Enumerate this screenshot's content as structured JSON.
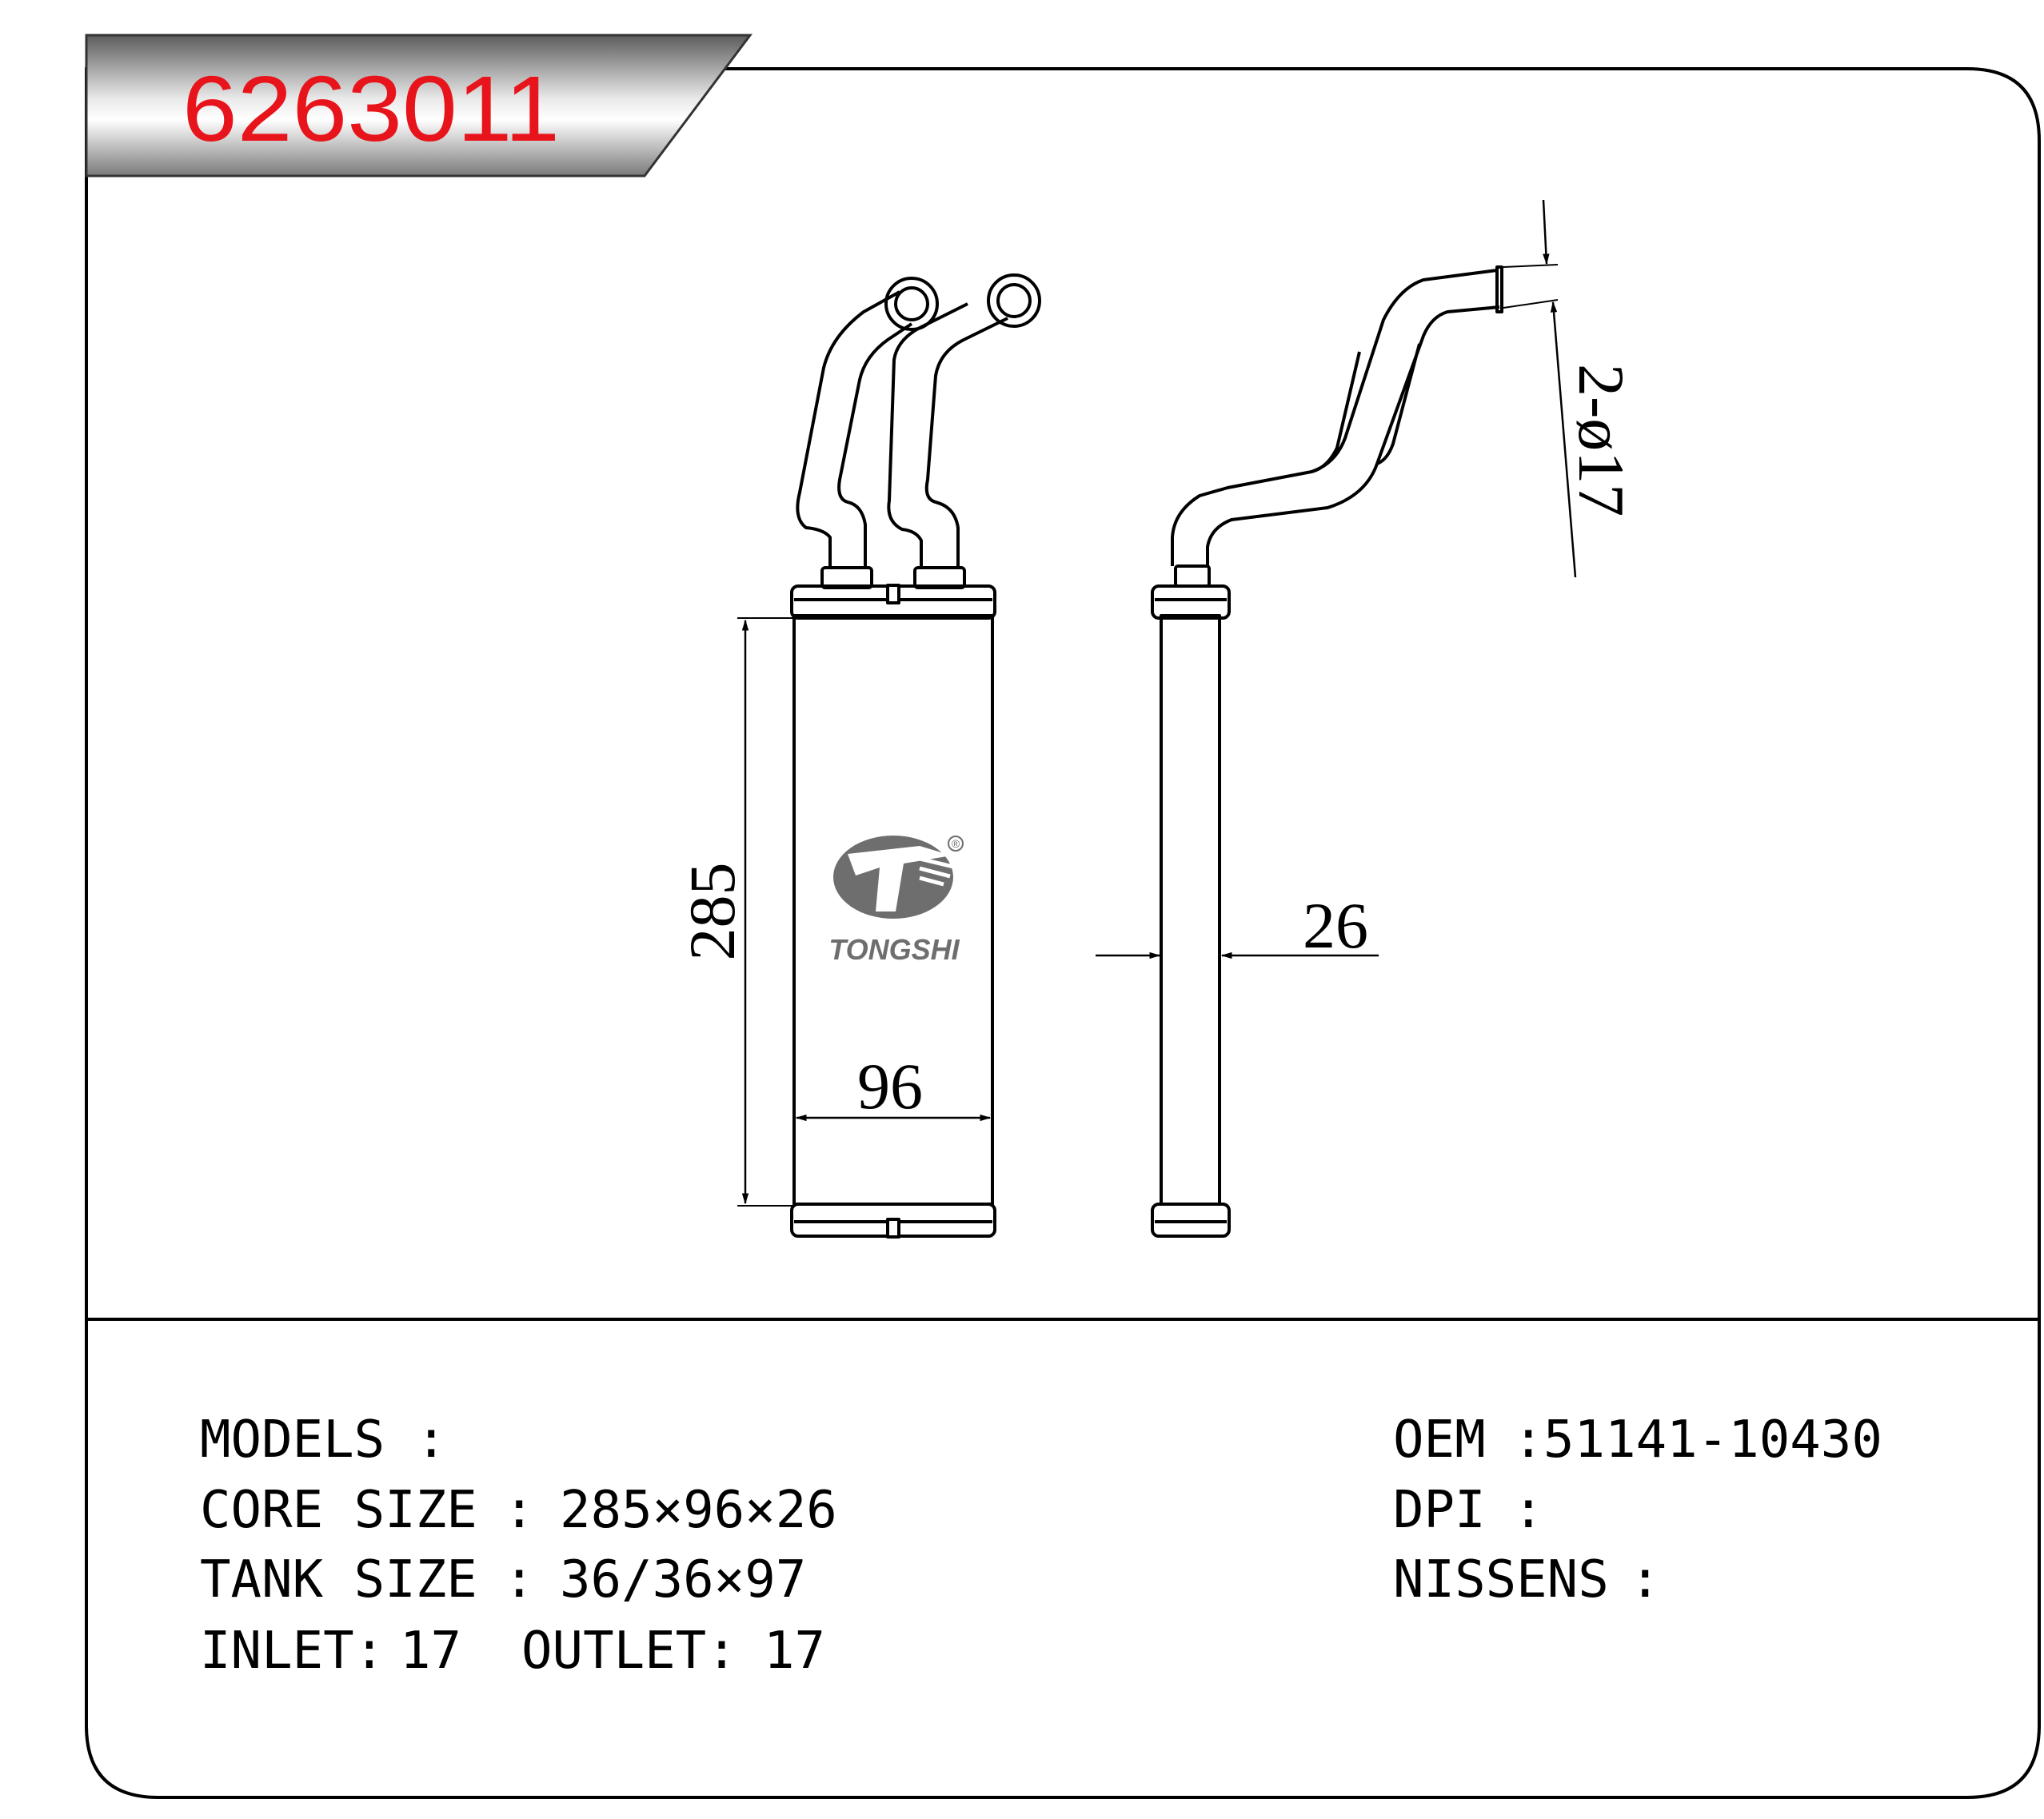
{
  "part_number": "6263011",
  "brand": {
    "name": "TONGSHI",
    "registered": "®"
  },
  "colors": {
    "part_number": "#e8141b",
    "line": "#000000",
    "logo": "#6e6e6e",
    "banner": "#6f6f6f"
  },
  "dimensions": {
    "height": "285",
    "width": "96",
    "depth": "26",
    "pipe": "2-ø17"
  },
  "specs_left": [
    {
      "label": "MODELS",
      "sep": ":",
      "value": ""
    },
    {
      "label": "CORE SIZE",
      "sep": ":",
      "value": "285×96×26"
    },
    {
      "label": "TANK SIZE",
      "sep": ":",
      "value": "36/36×97"
    }
  ],
  "ports": {
    "inlet_label": "INLET:",
    "inlet_value": "17",
    "outlet_label": "OUTLET:",
    "outlet_value": "17"
  },
  "specs_right": [
    {
      "label": "OEM",
      "sep": ":",
      "value": "51141-10430"
    },
    {
      "label": "DPI",
      "sep": ":",
      "value": ""
    },
    {
      "label": "NISSENS",
      "sep": ":",
      "value": ""
    }
  ]
}
